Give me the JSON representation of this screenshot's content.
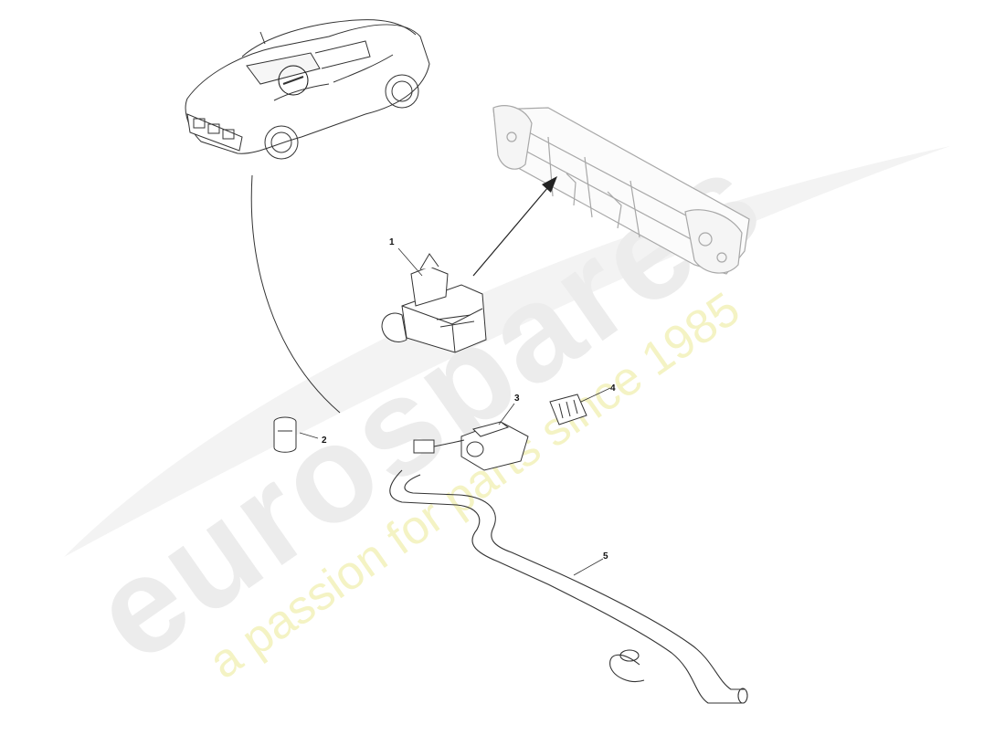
{
  "diagram": {
    "callouts": [
      {
        "id": "1",
        "label": "1"
      },
      {
        "id": "2",
        "label": "2"
      },
      {
        "id": "3",
        "label": "3"
      },
      {
        "id": "4",
        "label": "4"
      },
      {
        "id": "5",
        "label": "5"
      }
    ]
  },
  "watermark": {
    "brand": "eurospares",
    "tagline": "a passion for parts since 1985",
    "brand_color": "#ececec",
    "tagline_color": "#f4f3c4"
  }
}
